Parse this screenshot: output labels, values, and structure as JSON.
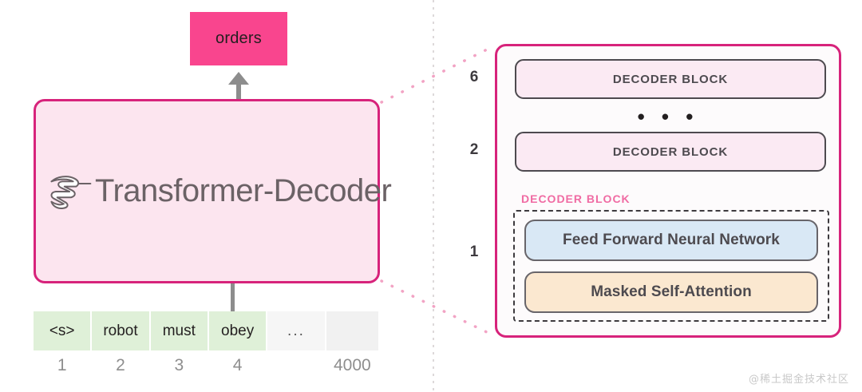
{
  "left": {
    "output_token": "orders",
    "model_title": "Transformer-Decoder",
    "logo_icon": "swallow-bird-logo",
    "tokens": [
      {
        "text": "<s>",
        "kind": "green"
      },
      {
        "text": "robot",
        "kind": "green"
      },
      {
        "text": "must",
        "kind": "green"
      },
      {
        "text": "obey",
        "kind": "green"
      },
      {
        "text": "...",
        "kind": "grey"
      },
      {
        "text": "",
        "kind": "grey2"
      }
    ],
    "indices": [
      "1",
      "2",
      "3",
      "4",
      "",
      "4000"
    ]
  },
  "right": {
    "stack": [
      {
        "index": "6",
        "label": "DECODER BLOCK"
      },
      {
        "index": "2",
        "label": "DECODER BLOCK"
      }
    ],
    "ellipsis": "• • •",
    "expanded": {
      "index": "1",
      "caption": "DECODER BLOCK",
      "layers": [
        {
          "label": "Feed Forward Neural Network",
          "color": "#d9e8f5"
        },
        {
          "label": "Masked Self-Attention",
          "color": "#fbe8d0"
        }
      ]
    }
  },
  "watermark": "@稀土掘金技术社区",
  "colors": {
    "accent_pink": "#d7237b",
    "hot_pink": "#f9458e",
    "pale_pink": "#fce5ef",
    "caption_pink": "#f06ba3",
    "token_green": "#dff0d8",
    "ffnn_blue": "#d9e8f5",
    "attn_peach": "#fbe8d0",
    "dark_grey": "#4d4a4f"
  }
}
